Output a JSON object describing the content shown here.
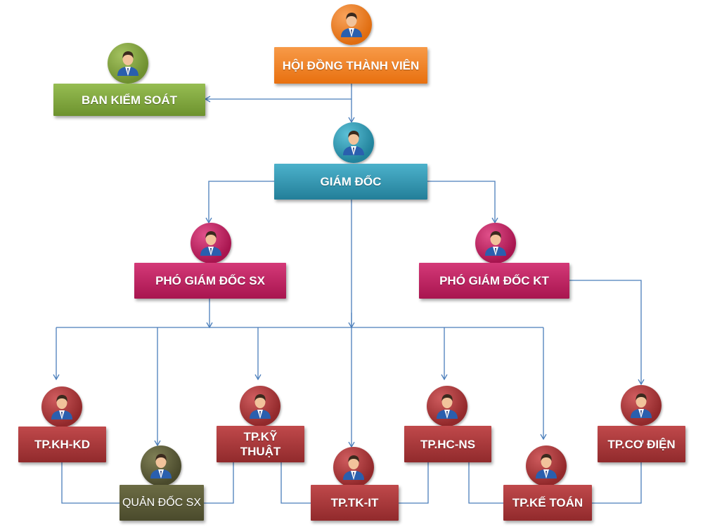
{
  "colors": {
    "connector": "#4a7ebb",
    "orange": "#ee7a1c",
    "green": "#7ea13b",
    "teal": "#2b93ad",
    "magenta": "#be1f60",
    "red": "#a5383a",
    "olive": "#595937"
  },
  "nodes": {
    "hdtv": {
      "label": "HỘI ĐỒNG THÀNH VIÊN",
      "icon": "person-icon"
    },
    "bks": {
      "label": "BAN KIỂM SOÁT",
      "icon": "person-icon"
    },
    "gd": {
      "label": "GIÁM ĐỐC",
      "icon": "person-icon"
    },
    "pgdsx": {
      "label": "PHÓ GIÁM ĐỐC SX",
      "icon": "person-icon"
    },
    "pgdkt": {
      "label": "PHÓ GIÁM ĐỐC KT",
      "icon": "person-icon"
    },
    "tpkhkd": {
      "label": "TP.KH-KD",
      "icon": "person-icon"
    },
    "qdsx": {
      "label": "QUẢN ĐỐC SX",
      "icon": "person-icon"
    },
    "tpkt": {
      "label": "TP.KỸ\nTHUẬT",
      "icon": "person-icon"
    },
    "tptkit": {
      "label": "TP.TK-IT",
      "icon": "person-icon"
    },
    "tphcns": {
      "label": "TP.HC-NS",
      "icon": "person-icon"
    },
    "tpketoan": {
      "label": "TP.KẾ TOÁN",
      "icon": "person-icon"
    },
    "tpcodien": {
      "label": "TP.CƠ ĐIỆN",
      "icon": "person-icon"
    }
  }
}
